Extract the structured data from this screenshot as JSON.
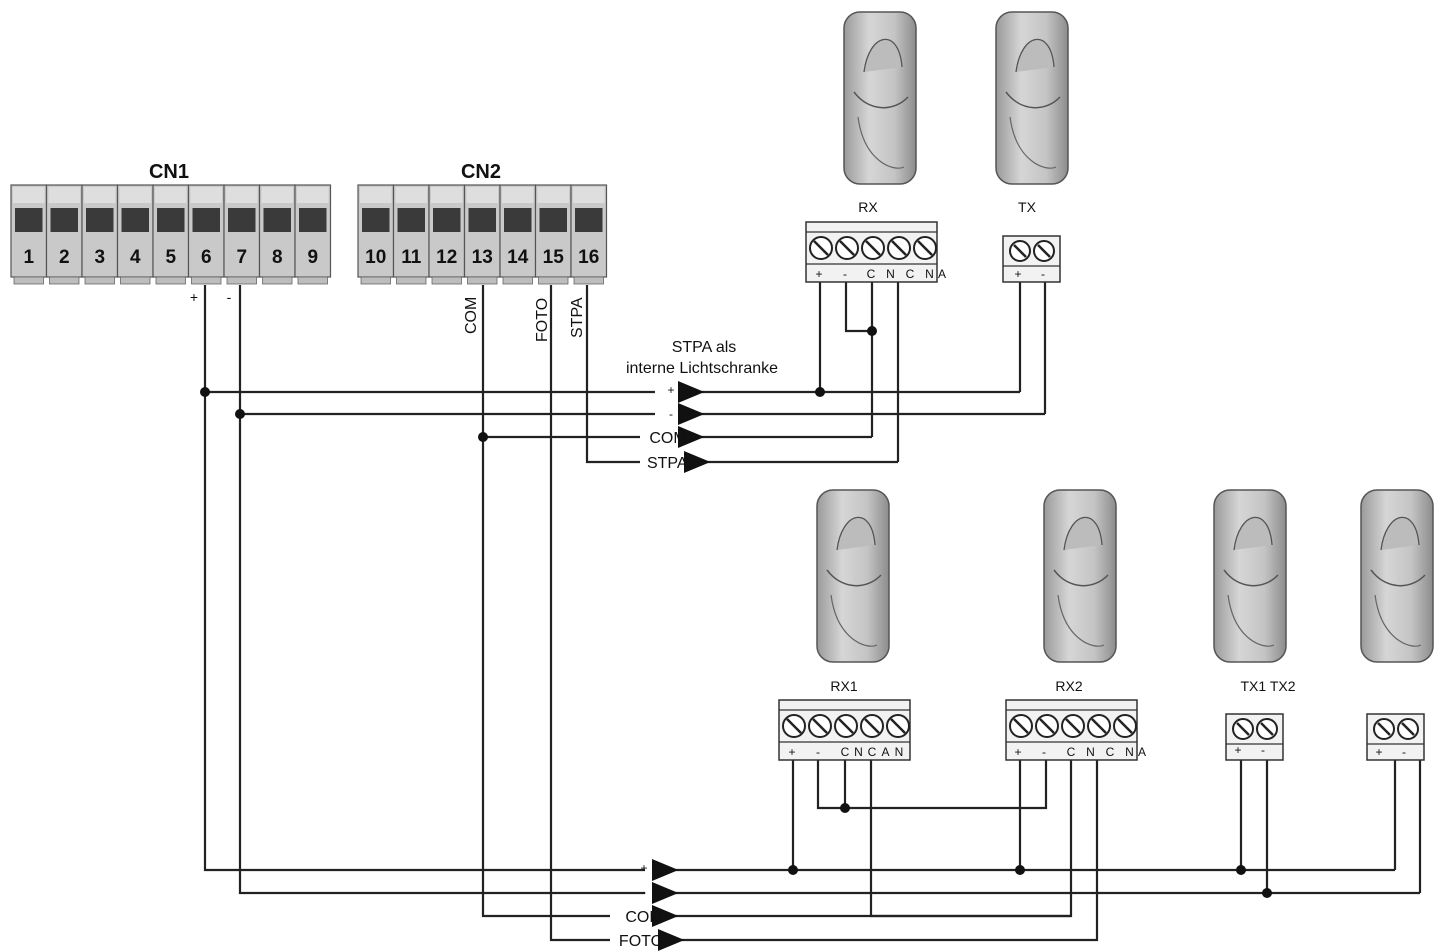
{
  "connectors": {
    "cn1": {
      "label": "CN1",
      "terminals": [
        "1",
        "2",
        "3",
        "4",
        "5",
        "6",
        "7",
        "8",
        "9"
      ]
    },
    "cn2": {
      "label": "CN2",
      "terminals": [
        "10",
        "11",
        "12",
        "13",
        "14",
        "15",
        "16"
      ]
    }
  },
  "wire_labels": {
    "plus": "+",
    "minus": "-",
    "com_vertical": "COM",
    "foto_vertical": "FOTO",
    "stpa_vertical": "STPA"
  },
  "stpa_note": {
    "line1": "STPA als",
    "line2": "interne Lichtschranke"
  },
  "upper_bus": {
    "plus": "+",
    "minus": "-",
    "com": "COM",
    "stpay": "STPAY"
  },
  "lower_bus": {
    "plus": "+",
    "minus": "-",
    "com": "COM",
    "foto": "FOTO"
  },
  "devices": {
    "rx": {
      "label": "RX",
      "pins": [
        "+",
        "-",
        "C",
        "N",
        "C",
        "N",
        "A"
      ]
    },
    "tx": {
      "label": "TX",
      "pins": [
        "+",
        "-"
      ]
    },
    "rx1": {
      "label": "RX1",
      "pins": [
        "+",
        "-",
        "C",
        "N",
        "C",
        "A",
        "N"
      ]
    },
    "rx2": {
      "label": "RX2",
      "pins": [
        "+",
        "-",
        "C",
        "N",
        "C",
        "N",
        "A"
      ]
    },
    "tx1tx2": {
      "label": "TX1 TX2",
      "pins_a": [
        "+",
        "-"
      ],
      "pins_b": [
        "+",
        "-"
      ]
    }
  }
}
